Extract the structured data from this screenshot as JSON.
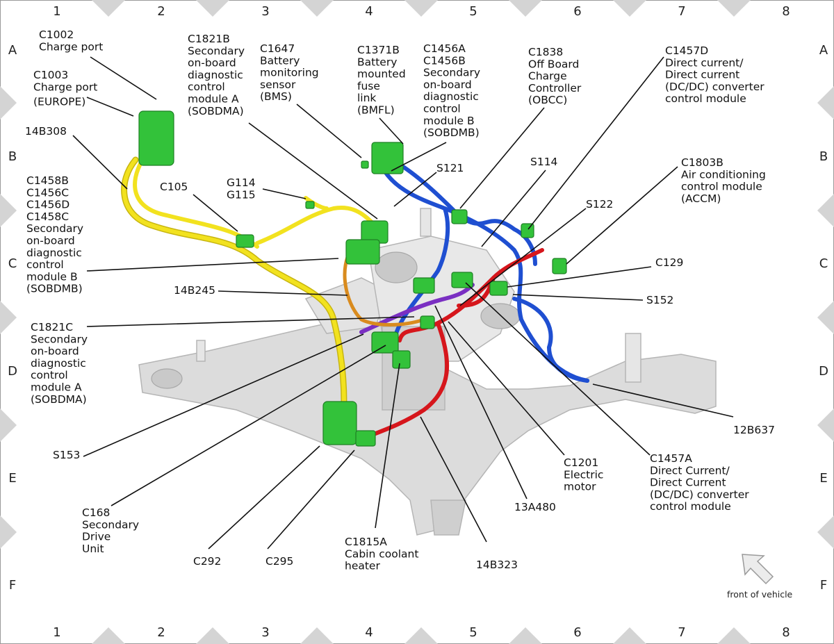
{
  "grid": {
    "columns": [
      "1",
      "2",
      "3",
      "4",
      "5",
      "6",
      "7",
      "8"
    ],
    "rows": [
      "A",
      "B",
      "C",
      "D",
      "E",
      "F"
    ]
  },
  "legend": {
    "front_of_vehicle": "front of vehicle"
  },
  "labels": [
    {
      "id": "c1002",
      "lines": [
        "C1002",
        "Charge port"
      ]
    },
    {
      "id": "c1003",
      "lines": [
        "C1003",
        "Charge port",
        "(EUROPE)"
      ]
    },
    {
      "id": "14b308",
      "lines": [
        "14B308"
      ]
    },
    {
      "id": "c1458b",
      "lines": [
        "C1458B",
        "C1456C",
        "C1456D",
        "C1458C",
        "Secondary",
        "on-board",
        "diagnostic",
        "control",
        "module B",
        "(SOBDMB)"
      ]
    },
    {
      "id": "c105",
      "lines": [
        "C105"
      ]
    },
    {
      "id": "g114",
      "lines": [
        "G114",
        "G115"
      ]
    },
    {
      "id": "c1821b",
      "lines": [
        "C1821B",
        "Secondary",
        "on-board",
        "diagnostic",
        "control",
        "module A",
        "(SOBDMA)"
      ]
    },
    {
      "id": "c1647",
      "lines": [
        "C1647",
        "Battery",
        "monitoring",
        "sensor",
        "(BMS)"
      ]
    },
    {
      "id": "c1371b",
      "lines": [
        "C1371B",
        "Battery",
        "mounted",
        "fuse",
        "link",
        "(BMFL)"
      ]
    },
    {
      "id": "c1456a",
      "lines": [
        "C1456A",
        "C1456B",
        "Secondary",
        "on-board",
        "diagnostic",
        "control",
        "module B",
        "(SOBDMB)"
      ]
    },
    {
      "id": "c1838",
      "lines": [
        "C1838",
        "Off Board",
        "Charge",
        "Controller",
        "(OBCC)"
      ]
    },
    {
      "id": "c1457d",
      "lines": [
        "C1457D",
        "Direct current/",
        "Direct current",
        "(DC/DC) converter",
        "control module"
      ]
    },
    {
      "id": "s121",
      "lines": [
        "S121"
      ]
    },
    {
      "id": "s114",
      "lines": [
        "S114"
      ]
    },
    {
      "id": "c1803b",
      "lines": [
        "C1803B",
        "Air conditioning",
        "control module",
        "(ACCM)"
      ]
    },
    {
      "id": "s122",
      "lines": [
        "S122"
      ]
    },
    {
      "id": "c129",
      "lines": [
        "C129"
      ]
    },
    {
      "id": "s152",
      "lines": [
        "S152"
      ]
    },
    {
      "id": "14b245",
      "lines": [
        "14B245"
      ]
    },
    {
      "id": "c1821c",
      "lines": [
        "C1821C",
        "Secondary",
        "on-board",
        "diagnostic",
        "control",
        "module A",
        "(SOBDMA)"
      ]
    },
    {
      "id": "s153",
      "lines": [
        "S153"
      ]
    },
    {
      "id": "c168",
      "lines": [
        "C168",
        "Secondary",
        "Drive",
        "Unit"
      ]
    },
    {
      "id": "c292",
      "lines": [
        "C292"
      ]
    },
    {
      "id": "c295",
      "lines": [
        "C295"
      ]
    },
    {
      "id": "c1815a",
      "lines": [
        "C1815A",
        "Cabin coolant",
        "heater"
      ]
    },
    {
      "id": "14b323",
      "lines": [
        "14B323"
      ]
    },
    {
      "id": "13a480",
      "lines": [
        "13A480"
      ]
    },
    {
      "id": "c1201",
      "lines": [
        "C1201",
        "Electric",
        "motor"
      ]
    },
    {
      "id": "c1457a",
      "lines": [
        "C1457A",
        "Direct Current/",
        "Direct Current",
        "(DC/DC) converter",
        "control module"
      ]
    },
    {
      "id": "12b637",
      "lines": [
        "12B637"
      ]
    }
  ],
  "colors": {
    "harness_yellow": "#f2e21f",
    "harness_blue": "#1f4fd1",
    "harness_red": "#d6161c",
    "harness_purple": "#7a2fc2",
    "harness_orange": "#d98b1e",
    "connector_green": "#33c23a",
    "frame_grey": "#d6d6d6"
  }
}
